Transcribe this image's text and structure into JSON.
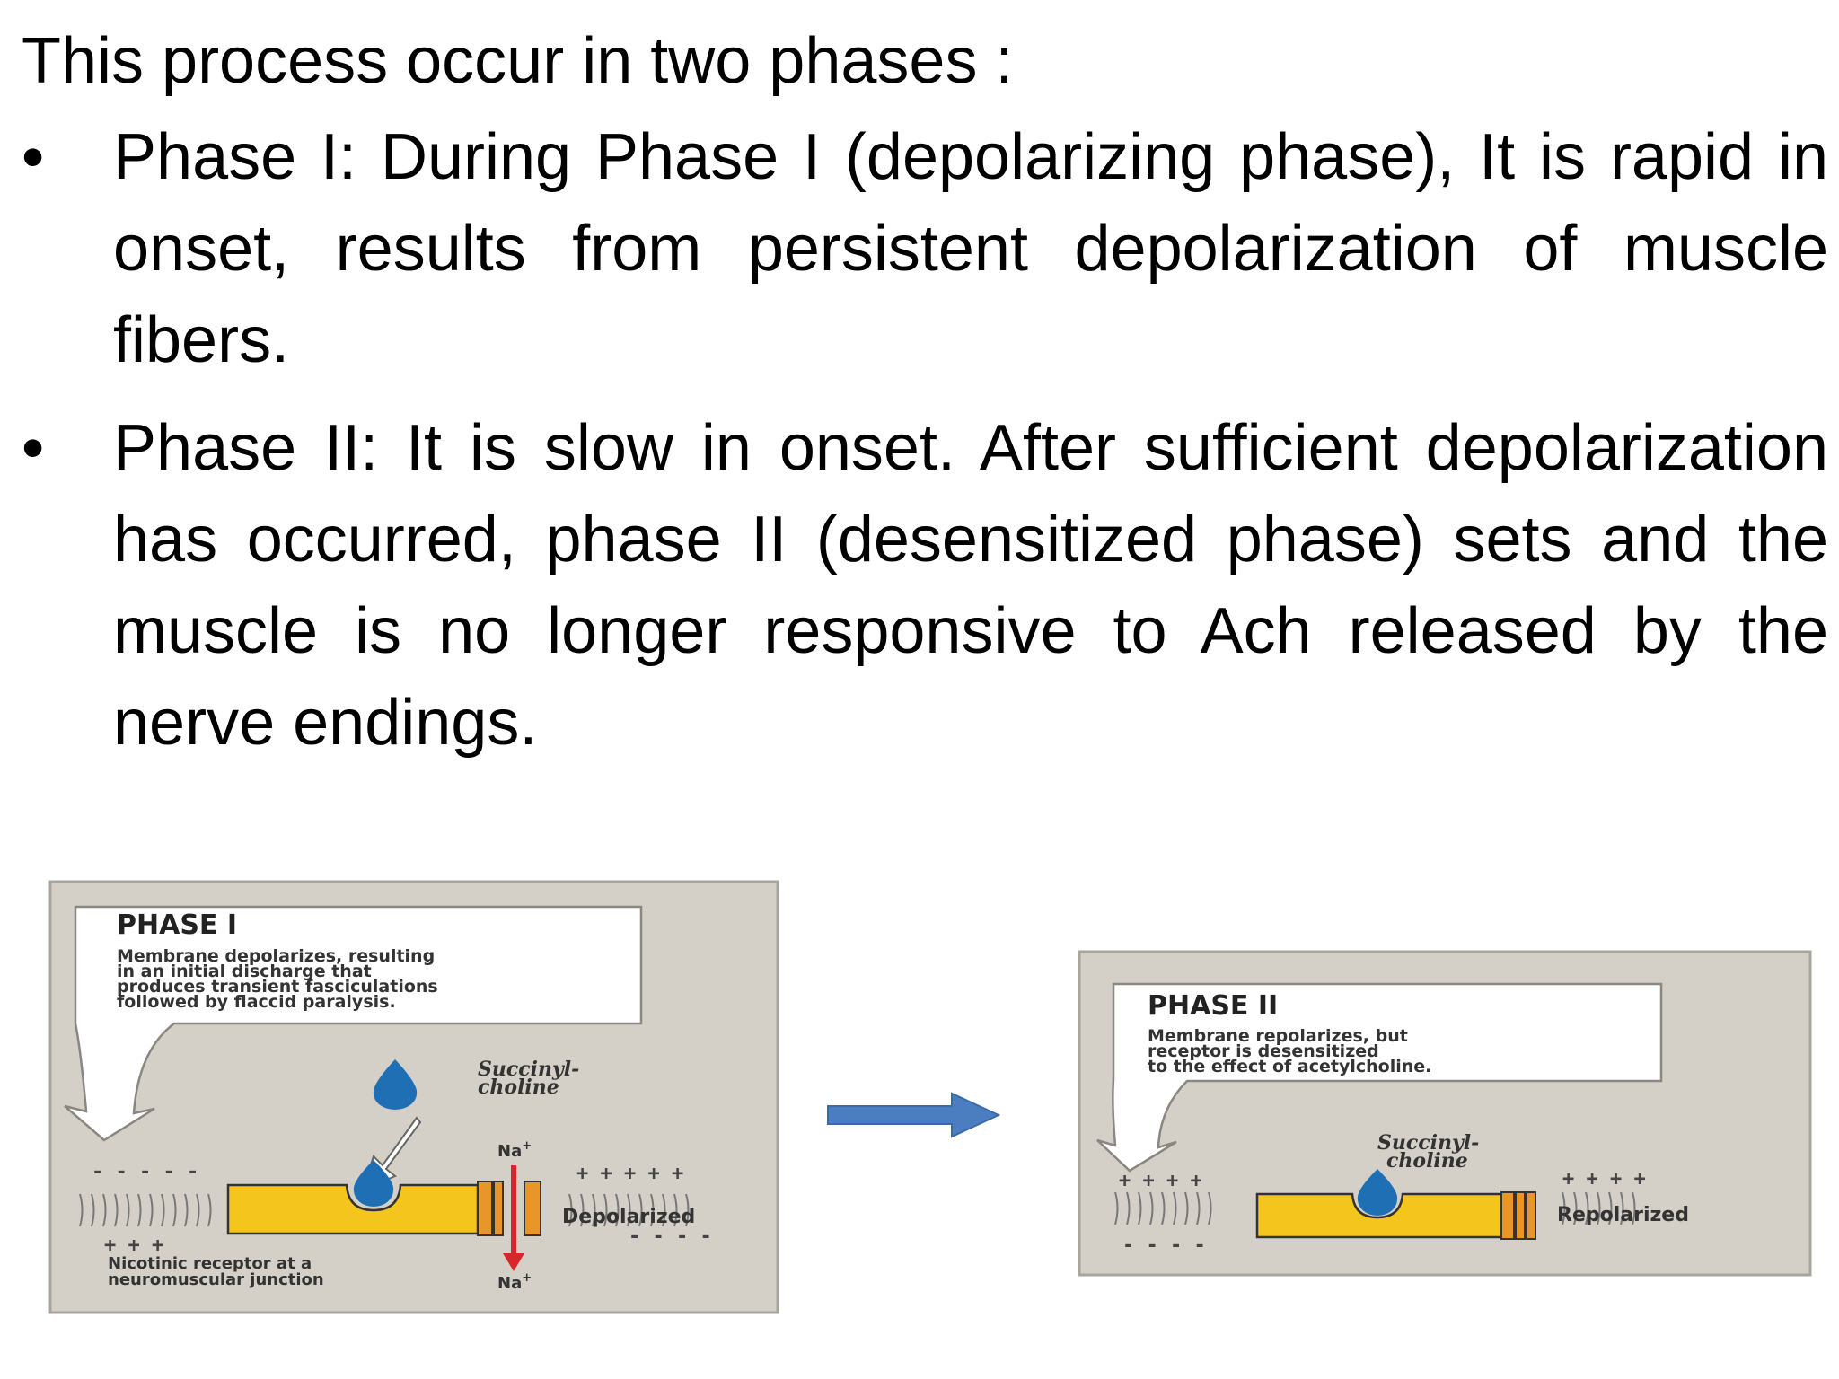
{
  "slide": {
    "heading": "This process occur in two phases :",
    "bullets": [
      {
        "marker": "•",
        "text": "Phase I: During Phase I (depolarizing phase), It is rapid in onset, results from persistent depolarization of muscle fibers."
      },
      {
        "marker": "•",
        "text": "Phase II: It is slow in onset. After sufficient depolarization has occurred, phase II (desensitized phase) sets and the muscle is no longer responsive to Ach released by the nerve endings."
      }
    ]
  },
  "phase1": {
    "title": "PHASE I",
    "description": [
      "Membrane depolarizes, resulting",
      "in an initial discharge that",
      "produces transient fasciculations",
      "followed by flaccid paralysis."
    ],
    "drug_label": [
      "Succinyl-",
      "choline"
    ],
    "ion_top": "Na",
    "ion_bottom": "Na",
    "ion_superscript": "+",
    "state_label": "Depolarized",
    "receptor_caption": [
      "Nicotinic receptor at a",
      "neuromuscular junction"
    ],
    "charges_top_left": "- - - - -",
    "charges_bottom_left": "+ + +",
    "charges_top_right": "+ + + + +",
    "charges_bottom_right": "- - - -"
  },
  "phase2": {
    "title": "PHASE II",
    "description": [
      "Membrane repolarizes, but",
      "receptor is desensitized",
      "to the effect of acetylcholine."
    ],
    "drug_label": [
      "Succinyl-",
      "choline"
    ],
    "state_label": "Repolarized",
    "charges_top_left": "+ + + +",
    "charges_bottom_left": "- - - -",
    "charges_top_right": "+ + + +"
  },
  "colors": {
    "panel": "#d4d0c7",
    "receptor": "#f4c51c",
    "drug": "#1f6fb5",
    "sodium_arrow": "#d9262a",
    "transition_arrow": "#4a7ec0"
  }
}
